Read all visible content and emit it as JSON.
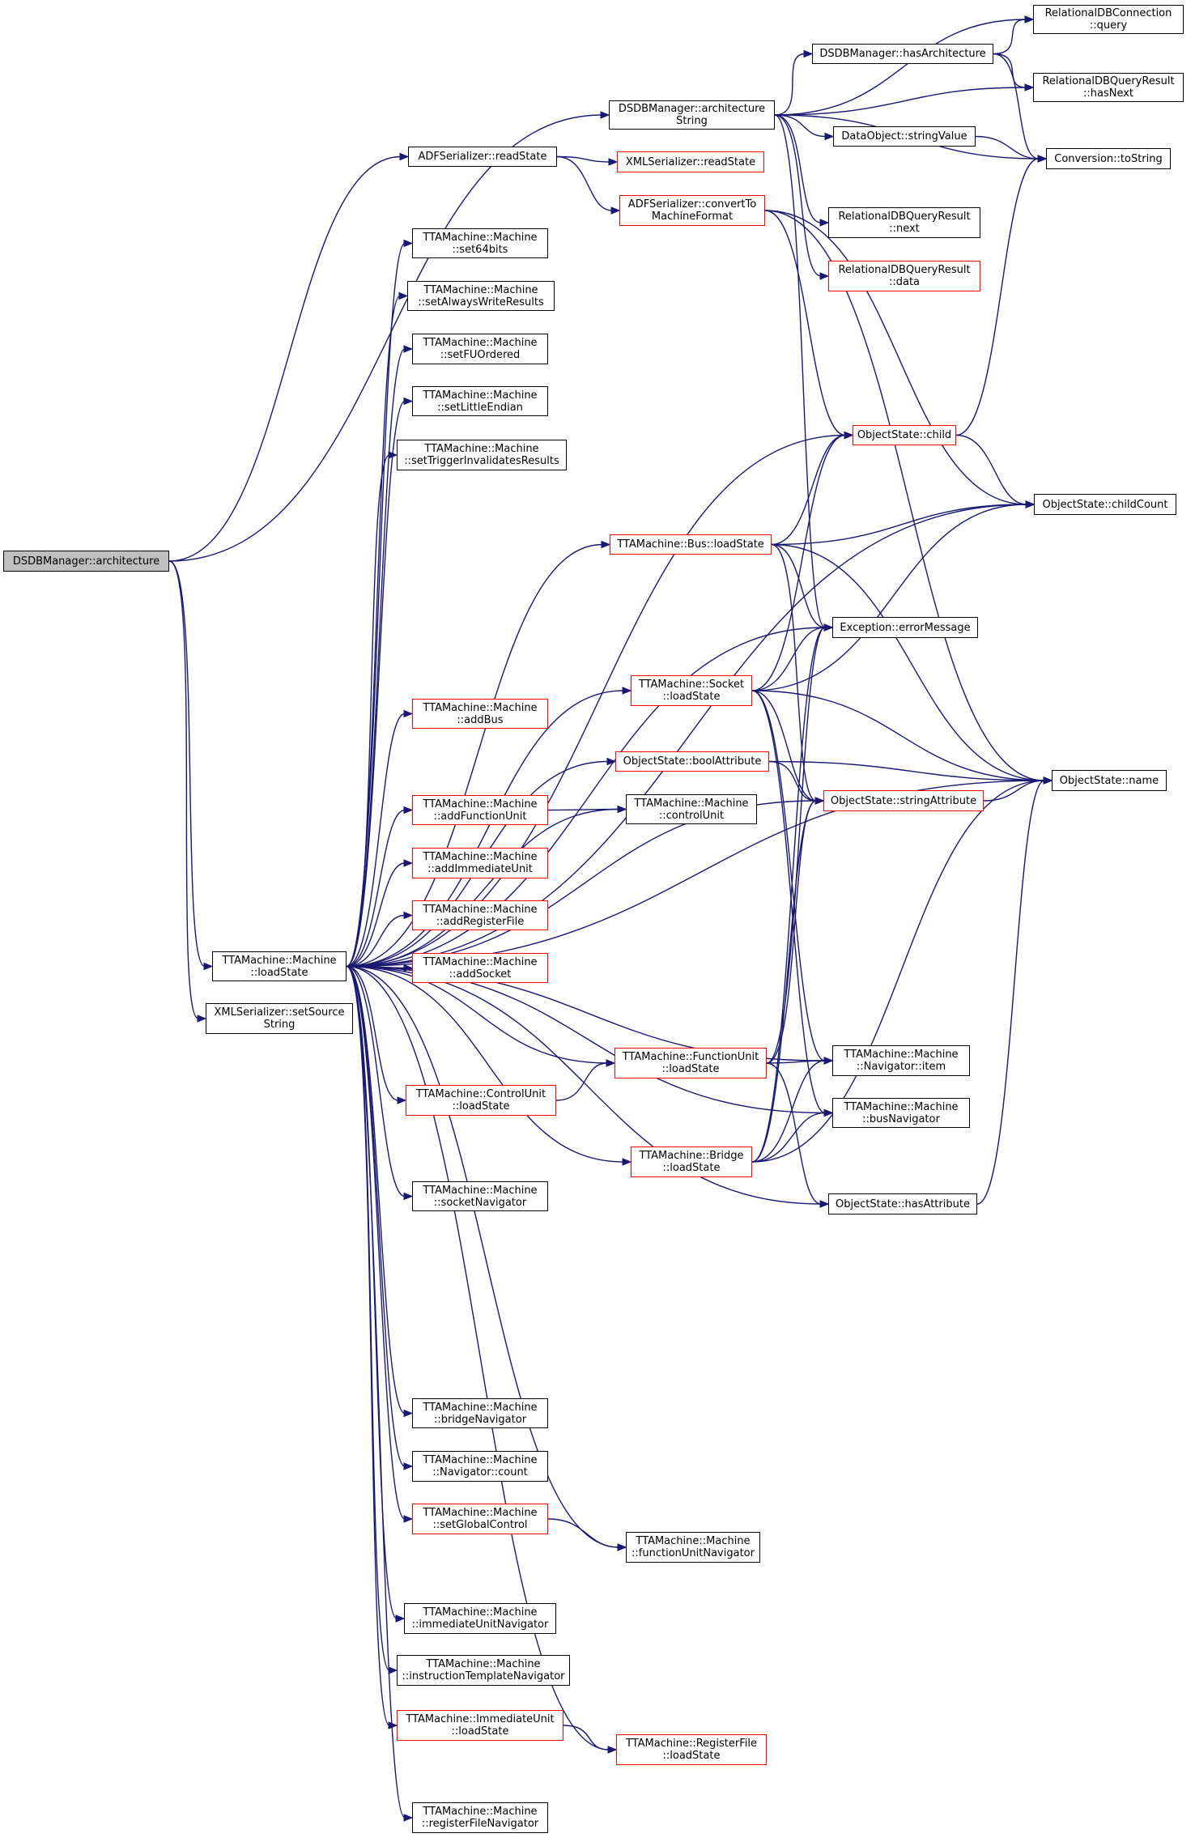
{
  "colors": {
    "edge": "#191970",
    "border": "#000000",
    "incomplete_border": "#ff0000",
    "focus_fill": "#bfbfbf",
    "background": "#ffffff"
  },
  "nodes": {
    "dsdb_architecture": {
      "lines": [
        "DSDBManager::architecture"
      ],
      "style": "focus"
    },
    "dsdb_architecture_string": {
      "lines": [
        "DSDBManager::architecture",
        "String"
      ],
      "style": "normal"
    },
    "dsdb_has_architecture": {
      "lines": [
        "DSDBManager::hasArchitecture"
      ],
      "style": "normal"
    },
    "rdb_connection_query": {
      "lines": [
        "RelationalDBConnection",
        "::query"
      ],
      "style": "normal"
    },
    "rdb_result_has_next": {
      "lines": [
        "RelationalDBQueryResult",
        "::hasNext"
      ],
      "style": "normal"
    },
    "data_object_string_value": {
      "lines": [
        "DataObject::stringValue"
      ],
      "style": "normal"
    },
    "conversion_to_string": {
      "lines": [
        "Conversion::toString"
      ],
      "style": "normal"
    },
    "adf_read_state": {
      "lines": [
        "ADFSerializer::readState"
      ],
      "style": "normal"
    },
    "xml_read_state": {
      "lines": [
        "XMLSerializer::readState"
      ],
      "style": "red"
    },
    "adf_convert": {
      "lines": [
        "ADFSerializer::convertTo",
        "MachineFormat"
      ],
      "style": "red"
    },
    "rdb_result_next": {
      "lines": [
        "RelationalDBQueryResult",
        "::next"
      ],
      "style": "normal"
    },
    "rdb_result_data": {
      "lines": [
        "RelationalDBQueryResult",
        "::data"
      ],
      "style": "red"
    },
    "set_64bits": {
      "lines": [
        "TTAMachine::Machine",
        "::set64bits"
      ],
      "style": "normal"
    },
    "set_always_write": {
      "lines": [
        "TTAMachine::Machine",
        "::setAlwaysWriteResults"
      ],
      "style": "normal"
    },
    "set_fu_ordered": {
      "lines": [
        "TTAMachine::Machine",
        "::setFUOrdered"
      ],
      "style": "normal"
    },
    "set_little_endian": {
      "lines": [
        "TTAMachine::Machine",
        "::setLittleEndian"
      ],
      "style": "normal"
    },
    "set_trigger_invalidates": {
      "lines": [
        "TTAMachine::Machine",
        "::setTriggerInvalidatesResults"
      ],
      "style": "normal"
    },
    "object_state_child": {
      "lines": [
        "ObjectState::child"
      ],
      "style": "red"
    },
    "object_state_child_count": {
      "lines": [
        "ObjectState::childCount"
      ],
      "style": "normal"
    },
    "bus_load_state": {
      "lines": [
        "TTAMachine::Bus::loadState"
      ],
      "style": "red"
    },
    "exception_error_message": {
      "lines": [
        "Exception::errorMessage"
      ],
      "style": "normal"
    },
    "socket_load_state": {
      "lines": [
        "TTAMachine::Socket",
        "::loadState"
      ],
      "style": "red"
    },
    "add_bus": {
      "lines": [
        "TTAMachine::Machine",
        "::addBus"
      ],
      "style": "red"
    },
    "object_state_bool_attr": {
      "lines": [
        "ObjectState::boolAttribute"
      ],
      "style": "red"
    },
    "object_state_name": {
      "lines": [
        "ObjectState::name"
      ],
      "style": "normal"
    },
    "add_function_unit": {
      "lines": [
        "TTAMachine::Machine",
        "::addFunctionUnit"
      ],
      "style": "red"
    },
    "control_unit": {
      "lines": [
        "TTAMachine::Machine",
        "::controlUnit"
      ],
      "style": "normal"
    },
    "object_state_string_attr": {
      "lines": [
        "ObjectState::stringAttribute"
      ],
      "style": "red"
    },
    "add_immediate_unit": {
      "lines": [
        "TTAMachine::Machine",
        "::addImmediateUnit"
      ],
      "style": "red"
    },
    "add_register_file": {
      "lines": [
        "TTAMachine::Machine",
        "::addRegisterFile"
      ],
      "style": "red"
    },
    "machine_load_state": {
      "lines": [
        "TTAMachine::Machine",
        "::loadState"
      ],
      "style": "normal"
    },
    "add_socket": {
      "lines": [
        "TTAMachine::Machine",
        "::addSocket"
      ],
      "style": "red"
    },
    "xml_set_source_string": {
      "lines": [
        "XMLSerializer::setSource",
        "String"
      ],
      "style": "normal"
    },
    "function_unit_load_state": {
      "lines": [
        "TTAMachine::FunctionUnit",
        "::loadState"
      ],
      "style": "red"
    },
    "navigator_item": {
      "lines": [
        "TTAMachine::Machine",
        "::Navigator::item"
      ],
      "style": "normal"
    },
    "control_unit_load_state": {
      "lines": [
        "TTAMachine::ControlUnit",
        "::loadState"
      ],
      "style": "red"
    },
    "bus_navigator": {
      "lines": [
        "TTAMachine::Machine",
        "::busNavigator"
      ],
      "style": "normal"
    },
    "bridge_load_state": {
      "lines": [
        "TTAMachine::Bridge",
        "::loadState"
      ],
      "style": "red"
    },
    "socket_navigator": {
      "lines": [
        "TTAMachine::Machine",
        "::socketNavigator"
      ],
      "style": "normal"
    },
    "object_state_has_attr": {
      "lines": [
        "ObjectState::hasAttribute"
      ],
      "style": "normal"
    },
    "bridge_navigator": {
      "lines": [
        "TTAMachine::Machine",
        "::bridgeNavigator"
      ],
      "style": "normal"
    },
    "navigator_count": {
      "lines": [
        "TTAMachine::Machine",
        "::Navigator::count"
      ],
      "style": "normal"
    },
    "set_global_control": {
      "lines": [
        "TTAMachine::Machine",
        "::setGlobalControl"
      ],
      "style": "red"
    },
    "function_unit_navigator": {
      "lines": [
        "TTAMachine::Machine",
        "::functionUnitNavigator"
      ],
      "style": "normal"
    },
    "immediate_unit_navigator": {
      "lines": [
        "TTAMachine::Machine",
        "::immediateUnitNavigator"
      ],
      "style": "normal"
    },
    "instruction_template_navigator": {
      "lines": [
        "TTAMachine::Machine",
        "::instructionTemplateNavigator"
      ],
      "style": "normal"
    },
    "immediate_unit_load_state": {
      "lines": [
        "TTAMachine::ImmediateUnit",
        "::loadState"
      ],
      "style": "red"
    },
    "register_file_load_state": {
      "lines": [
        "TTAMachine::RegisterFile",
        "::loadState"
      ],
      "style": "red"
    },
    "register_file_navigator": {
      "lines": [
        "TTAMachine::Machine",
        "::registerFileNavigator"
      ],
      "style": "normal"
    }
  },
  "edges": [
    [
      "dsdb_architecture",
      "dsdb_architecture_string"
    ],
    [
      "dsdb_architecture",
      "adf_read_state"
    ],
    [
      "dsdb_architecture",
      "machine_load_state"
    ],
    [
      "dsdb_architecture",
      "xml_set_source_string"
    ],
    [
      "dsdb_architecture_string",
      "dsdb_has_architecture"
    ],
    [
      "dsdb_architecture_string",
      "rdb_connection_query"
    ],
    [
      "dsdb_architecture_string",
      "rdb_result_has_next"
    ],
    [
      "dsdb_architecture_string",
      "data_object_string_value"
    ],
    [
      "dsdb_architecture_string",
      "conversion_to_string"
    ],
    [
      "dsdb_architecture_string",
      "rdb_result_next"
    ],
    [
      "dsdb_architecture_string",
      "rdb_result_data"
    ],
    [
      "dsdb_architecture_string",
      "exception_error_message"
    ],
    [
      "dsdb_has_architecture",
      "rdb_connection_query"
    ],
    [
      "dsdb_has_architecture",
      "rdb_result_has_next"
    ],
    [
      "dsdb_has_architecture",
      "conversion_to_string"
    ],
    [
      "data_object_string_value",
      "conversion_to_string"
    ],
    [
      "adf_read_state",
      "xml_read_state"
    ],
    [
      "adf_read_state",
      "adf_convert"
    ],
    [
      "adf_convert",
      "object_state_child"
    ],
    [
      "adf_convert",
      "object_state_child_count"
    ],
    [
      "adf_convert",
      "object_state_name"
    ],
    [
      "object_state_child",
      "conversion_to_string"
    ],
    [
      "object_state_child",
      "object_state_child_count"
    ],
    [
      "machine_load_state",
      "set_64bits"
    ],
    [
      "machine_load_state",
      "set_always_write"
    ],
    [
      "machine_load_state",
      "set_fu_ordered"
    ],
    [
      "machine_load_state",
      "set_little_endian"
    ],
    [
      "machine_load_state",
      "set_trigger_invalidates"
    ],
    [
      "machine_load_state",
      "object_state_child"
    ],
    [
      "machine_load_state",
      "object_state_child_count"
    ],
    [
      "machine_load_state",
      "bus_load_state"
    ],
    [
      "machine_load_state",
      "exception_error_message"
    ],
    [
      "machine_load_state",
      "socket_load_state"
    ],
    [
      "machine_load_state",
      "add_bus"
    ],
    [
      "machine_load_state",
      "object_state_bool_attr"
    ],
    [
      "machine_load_state",
      "control_unit"
    ],
    [
      "machine_load_state",
      "add_function_unit"
    ],
    [
      "machine_load_state",
      "add_immediate_unit"
    ],
    [
      "machine_load_state",
      "add_register_file"
    ],
    [
      "machine_load_state",
      "add_socket"
    ],
    [
      "machine_load_state",
      "object_state_string_attr"
    ],
    [
      "machine_load_state",
      "function_unit_load_state"
    ],
    [
      "machine_load_state",
      "control_unit_load_state"
    ],
    [
      "machine_load_state",
      "navigator_item"
    ],
    [
      "machine_load_state",
      "bridge_load_state"
    ],
    [
      "machine_load_state",
      "bus_navigator"
    ],
    [
      "machine_load_state",
      "socket_navigator"
    ],
    [
      "machine_load_state",
      "object_state_has_attr"
    ],
    [
      "machine_load_state",
      "object_state_name"
    ],
    [
      "machine_load_state",
      "bridge_navigator"
    ],
    [
      "machine_load_state",
      "navigator_count"
    ],
    [
      "machine_load_state",
      "set_global_control"
    ],
    [
      "machine_load_state",
      "function_unit_navigator"
    ],
    [
      "machine_load_state",
      "immediate_unit_navigator"
    ],
    [
      "machine_load_state",
      "instruction_template_navigator"
    ],
    [
      "machine_load_state",
      "immediate_unit_load_state"
    ],
    [
      "machine_load_state",
      "register_file_load_state"
    ],
    [
      "machine_load_state",
      "register_file_navigator"
    ],
    [
      "bus_load_state",
      "object_state_child"
    ],
    [
      "bus_load_state",
      "object_state_child_count"
    ],
    [
      "bus_load_state",
      "exception_error_message"
    ],
    [
      "bus_load_state",
      "object_state_name"
    ],
    [
      "bus_load_state",
      "object_state_string_attr"
    ],
    [
      "socket_load_state",
      "object_state_child"
    ],
    [
      "socket_load_state",
      "object_state_child_count"
    ],
    [
      "socket_load_state",
      "exception_error_message"
    ],
    [
      "socket_load_state",
      "object_state_name"
    ],
    [
      "socket_load_state",
      "object_state_string_attr"
    ],
    [
      "socket_load_state",
      "navigator_item"
    ],
    [
      "socket_load_state",
      "bus_navigator"
    ],
    [
      "object_state_bool_attr",
      "object_state_string_attr"
    ],
    [
      "object_state_bool_attr",
      "object_state_name"
    ],
    [
      "object_state_string_attr",
      "object_state_name"
    ],
    [
      "add_function_unit",
      "control_unit"
    ],
    [
      "function_unit_load_state",
      "exception_error_message"
    ],
    [
      "function_unit_load_state",
      "object_state_string_attr"
    ],
    [
      "function_unit_load_state",
      "navigator_item"
    ],
    [
      "function_unit_load_state",
      "object_state_has_attr"
    ],
    [
      "control_unit_load_state",
      "function_unit_load_state"
    ],
    [
      "bridge_load_state",
      "exception_error_message"
    ],
    [
      "bridge_load_state",
      "object_state_string_attr"
    ],
    [
      "bridge_load_state",
      "navigator_item"
    ],
    [
      "bridge_load_state",
      "bus_navigator"
    ],
    [
      "bridge_load_state",
      "object_state_name"
    ],
    [
      "object_state_has_attr",
      "object_state_name"
    ],
    [
      "set_global_control",
      "function_unit_navigator"
    ],
    [
      "immediate_unit_load_state",
      "register_file_load_state"
    ]
  ]
}
